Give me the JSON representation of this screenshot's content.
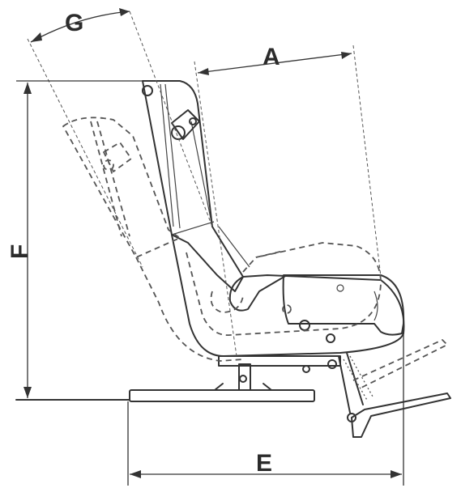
{
  "dimensions": {
    "A": "A",
    "E": "E",
    "F": "F",
    "G": "G"
  }
}
